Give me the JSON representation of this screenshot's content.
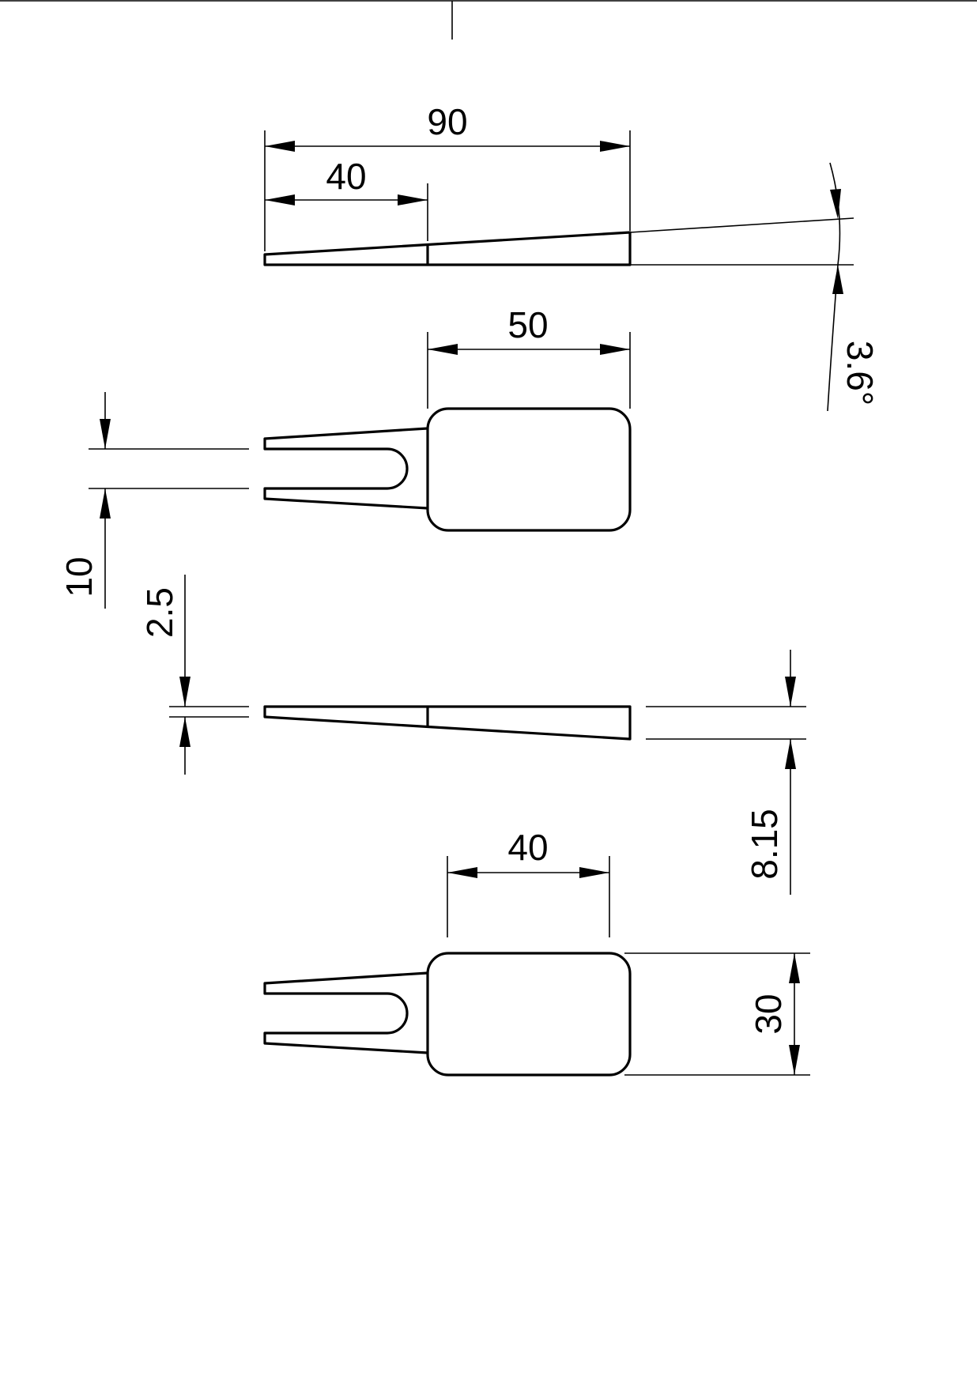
{
  "drawing": {
    "views": [
      "side-view-top",
      "top-view-tees",
      "side-view-lower",
      "bottom-view-tees"
    ],
    "dimensions": {
      "overall_length": "90",
      "taper_start": "40",
      "head_length_top": "50",
      "slope_angle": "3.6°",
      "slot_width": "10",
      "tip_thickness": "2.5",
      "head_thickness": "8.15",
      "head_length_bottom": "40",
      "head_width": "30"
    }
  }
}
